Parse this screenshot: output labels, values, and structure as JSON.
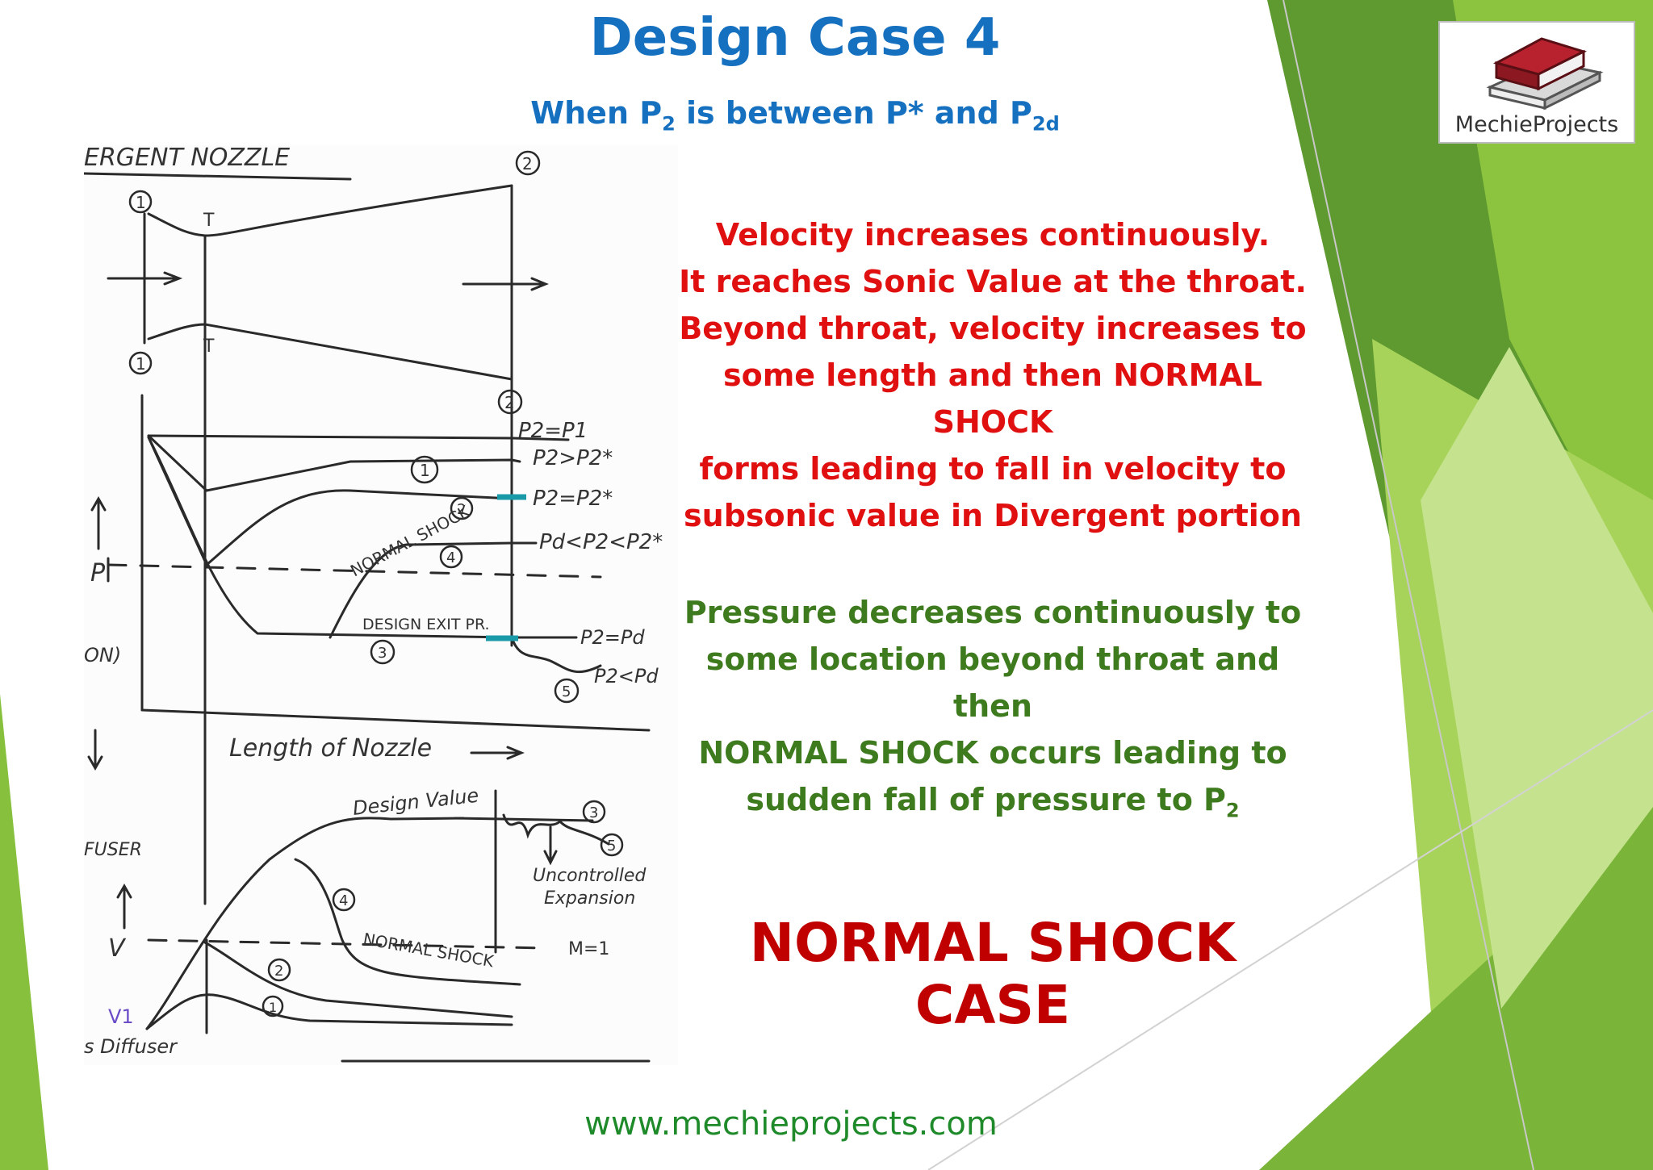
{
  "slide": {
    "title": "Design Case 4",
    "subtitle_prefix": "When  P",
    "subtitle_sub1": "2",
    "subtitle_mid": "  is between P* and P",
    "subtitle_sub2": "2d",
    "velocity_lines": [
      "Velocity increases continuously.",
      "It reaches Sonic Value at the throat.",
      "Beyond throat, velocity increases to",
      "some length and then NORMAL SHOCK",
      "forms leading to fall in velocity to",
      "subsonic value in Divergent portion"
    ],
    "pressure_lines": [
      "Pressure decreases continuously to",
      "some location beyond throat and then",
      "NORMAL SHOCK occurs leading to"
    ],
    "pressure_last_prefix": "sudden fall of pressure to P",
    "pressure_last_sub": "2",
    "case_label": "NORMAL SHOCK CASE",
    "website": "www.mechieprojects.com",
    "logo_text": "MechieProjects",
    "colors": {
      "title": "#1570c0",
      "velocity": "#e01010",
      "pressure": "#3e7a1e",
      "case": "#c00000",
      "website": "#1e8a2a",
      "green_light": "#a6d14c",
      "green_mid": "#7fb83a",
      "green_dark": "#5a9a2a"
    }
  },
  "sketch": {
    "nozzle_heading": "ERGENT NOZZLE",
    "marks": {
      "point_1": "1",
      "point_2": "2",
      "throat": "T"
    },
    "pressure_plot": {
      "y_label": "P",
      "left_fragment": "ON)",
      "x_label": "Length of Nozzle",
      "labels": [
        "P2=P1",
        "P2>P2*",
        "P2=P2*",
        "Pd<P2<P2*",
        "P2=Pd",
        "P2<Pd"
      ],
      "curve_numbers": [
        "1",
        "2",
        "3",
        "4",
        "5"
      ],
      "normal_shock": "NORMAL SHOCK",
      "design_exit": "DESIGN EXIT PR."
    },
    "velocity_plot": {
      "y_label": "V",
      "left_fragment_top": "FUSER",
      "left_fragment_bottom": "s Diffuser",
      "inlet": "V1",
      "design_value": "Design Value",
      "uncontrolled": "Uncontrolled",
      "expansion": "Expansion",
      "normal_shock": "NORMAL SHOCK",
      "mach_one": "M=1",
      "curve_numbers": [
        "1",
        "2",
        "3",
        "4",
        "5"
      ]
    }
  }
}
